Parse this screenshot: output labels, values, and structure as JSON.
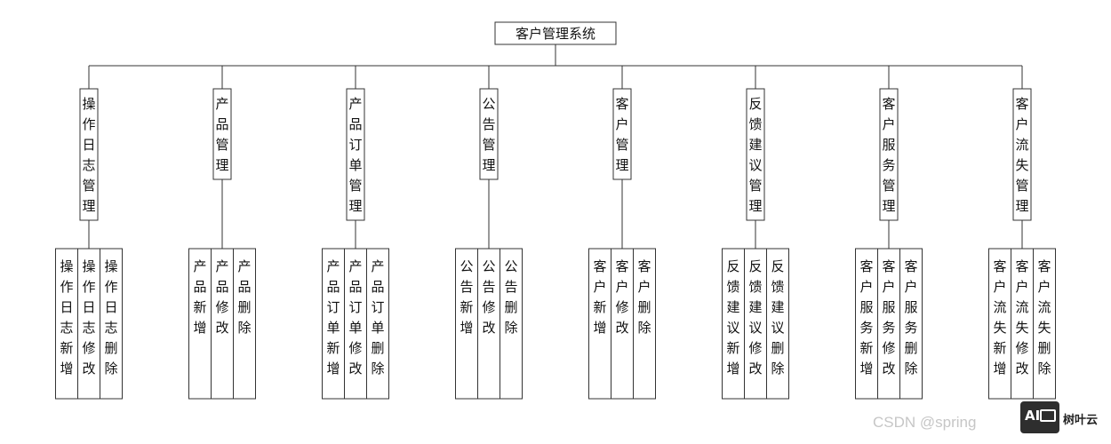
{
  "root": {
    "label": "客户管理系统"
  },
  "modules": [
    {
      "label": "操作日志管理",
      "children": [
        "操作日志新增",
        "操作日志修改",
        "操作日志删除"
      ]
    },
    {
      "label": "产品管理",
      "children": [
        "产品新增",
        "产品修改",
        "产品删除"
      ]
    },
    {
      "label": "产品订单管理",
      "children": [
        "产品订单新增",
        "产品订单修改",
        "产品订单删除"
      ]
    },
    {
      "label": "公告管理",
      "children": [
        "公告新增",
        "公告修改",
        "公告删除"
      ]
    },
    {
      "label": "客户管理",
      "children": [
        "客户新增",
        "客户修改",
        "客户删除"
      ]
    },
    {
      "label": "反馈建议管理",
      "children": [
        "反馈建议新增",
        "反馈建议修改",
        "反馈建议删除"
      ]
    },
    {
      "label": "客户服务管理",
      "children": [
        "客户服务新增",
        "客户服务修改",
        "客户服务删除"
      ]
    },
    {
      "label": "客户流失管理",
      "children": [
        "客户流失新增",
        "客户流失修改",
        "客户流失删除"
      ]
    }
  ],
  "watermark": {
    "text": "CSDN @spring",
    "logo_text": "AI",
    "brand": "树叶云"
  }
}
